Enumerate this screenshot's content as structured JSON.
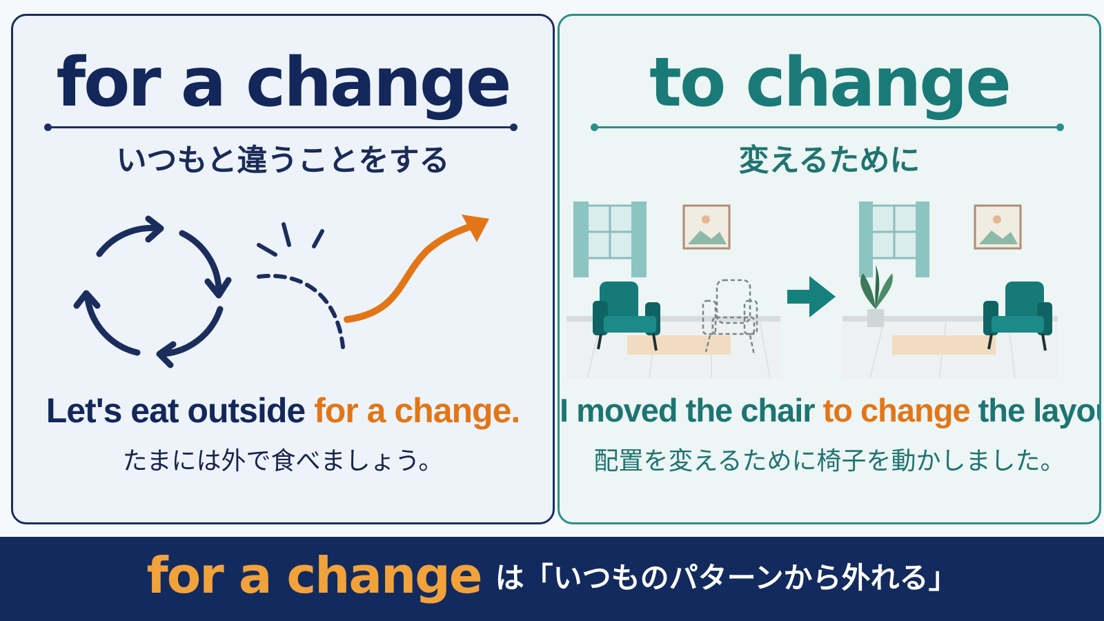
{
  "left_card": {
    "title": "for a change",
    "subtitle": "いつもと違うことをする",
    "example_before": "Let's eat outside ",
    "example_highlight": "for a change.",
    "example_after": "",
    "translation": "たまには外で食べましょう。",
    "illustration_icons": [
      "cycle-arrows-icon",
      "break-pattern-icon",
      "upward-curve-arrow-icon"
    ]
  },
  "right_card": {
    "title": "to change",
    "subtitle": "変えるために",
    "example_before": "I moved the chair ",
    "example_highlight": "to change",
    "example_after": " the layout.",
    "translation": "配置を変えるために椅子を動かしました。",
    "illustration_icons": [
      "room-before-icon",
      "arrow-right-icon",
      "room-after-icon"
    ]
  },
  "banner": {
    "phrase": "for a change",
    "text": "は「いつものパターンから外れる」"
  },
  "colors": {
    "navy": "#13275a",
    "teal": "#1a7a77",
    "orange": "#e27617",
    "banner_bg": "#132a5e",
    "banner_phrase": "#f2a23a"
  }
}
